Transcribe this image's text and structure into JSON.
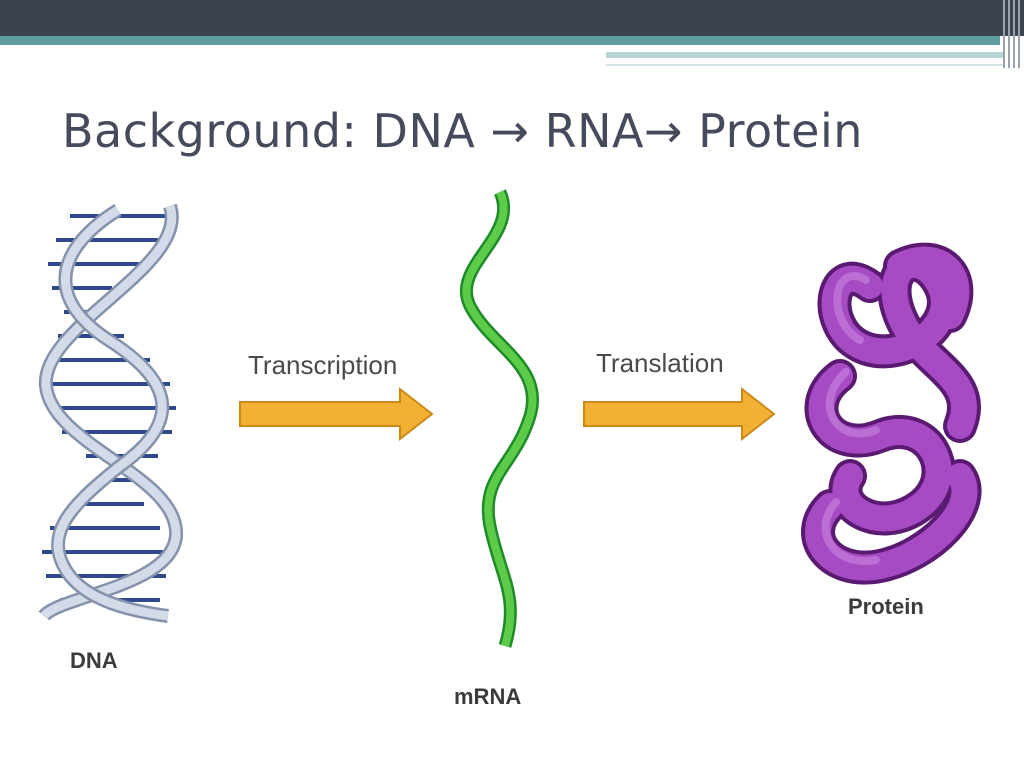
{
  "slide": {
    "title": "Background:  DNA → RNA→ Protein"
  },
  "diagram": {
    "steps": [
      "Transcription",
      "Translation"
    ],
    "molecules": [
      "DNA",
      "mRNA",
      "Protein"
    ]
  },
  "colors": {
    "header_bar": "#3c4350",
    "accent_teal": "#5f9ea0",
    "title_text": "#454b5c",
    "dna_strand": "#b9c6da",
    "dna_rungs": "#2e4a8a",
    "mrna": "#3cb043",
    "arrow_fill": "#f2b134",
    "protein": "#8a2ea8"
  }
}
